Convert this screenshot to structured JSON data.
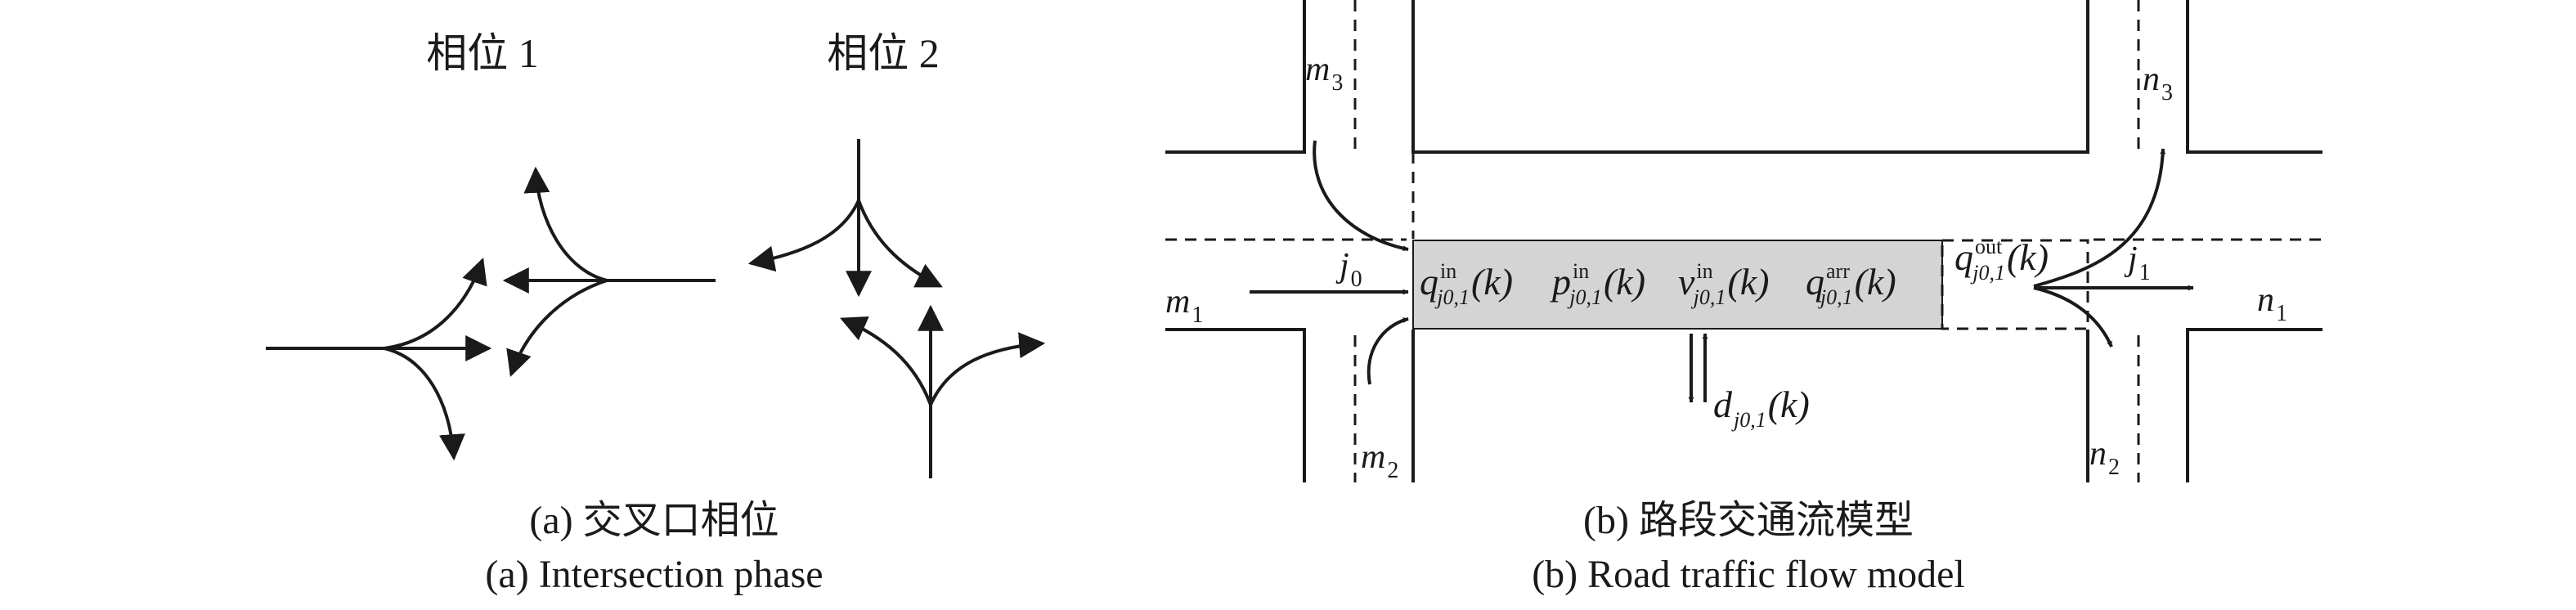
{
  "panel_a": {
    "phase1_label": "相位 1",
    "phase2_label": "相位 2",
    "caption_cn": "(a) 交叉口相位",
    "caption_en": "(a) Intersection phase"
  },
  "panel_b": {
    "caption_cn": "(b) 路段交通流模型",
    "caption_en": "(b) Road traffic flow model",
    "node_labels": {
      "m1": {
        "base": "m",
        "sub": "1"
      },
      "m2": {
        "base": "m",
        "sub": "2"
      },
      "m3": {
        "base": "m",
        "sub": "3"
      },
      "n1": {
        "base": "n",
        "sub": "1"
      },
      "n2": {
        "base": "n",
        "sub": "2"
      },
      "n3": {
        "base": "n",
        "sub": "3"
      },
      "j0": {
        "base": "j",
        "sub": "0"
      },
      "j1": {
        "base": "j",
        "sub": "1"
      }
    },
    "link_vars": {
      "q_in": {
        "base": "q",
        "sup": "in",
        "sub": "j0,1",
        "arg": "(k)"
      },
      "p_in": {
        "base": "p",
        "sup": "in",
        "sub": "j0,1",
        "arg": "(k)"
      },
      "v_in": {
        "base": "v",
        "sup": "in",
        "sub": "j0,1",
        "arg": "(k)"
      },
      "q_arr": {
        "base": "q",
        "sup": "arr",
        "sub": "j0,1",
        "arg": "(k)"
      },
      "q_out": {
        "base": "q",
        "sup": "out",
        "sub": "j0,1",
        "arg": "(k)"
      },
      "d": {
        "base": "d",
        "sub": "j0,1",
        "arg": "(k)"
      }
    },
    "link_fill": "#d4d4d4"
  }
}
